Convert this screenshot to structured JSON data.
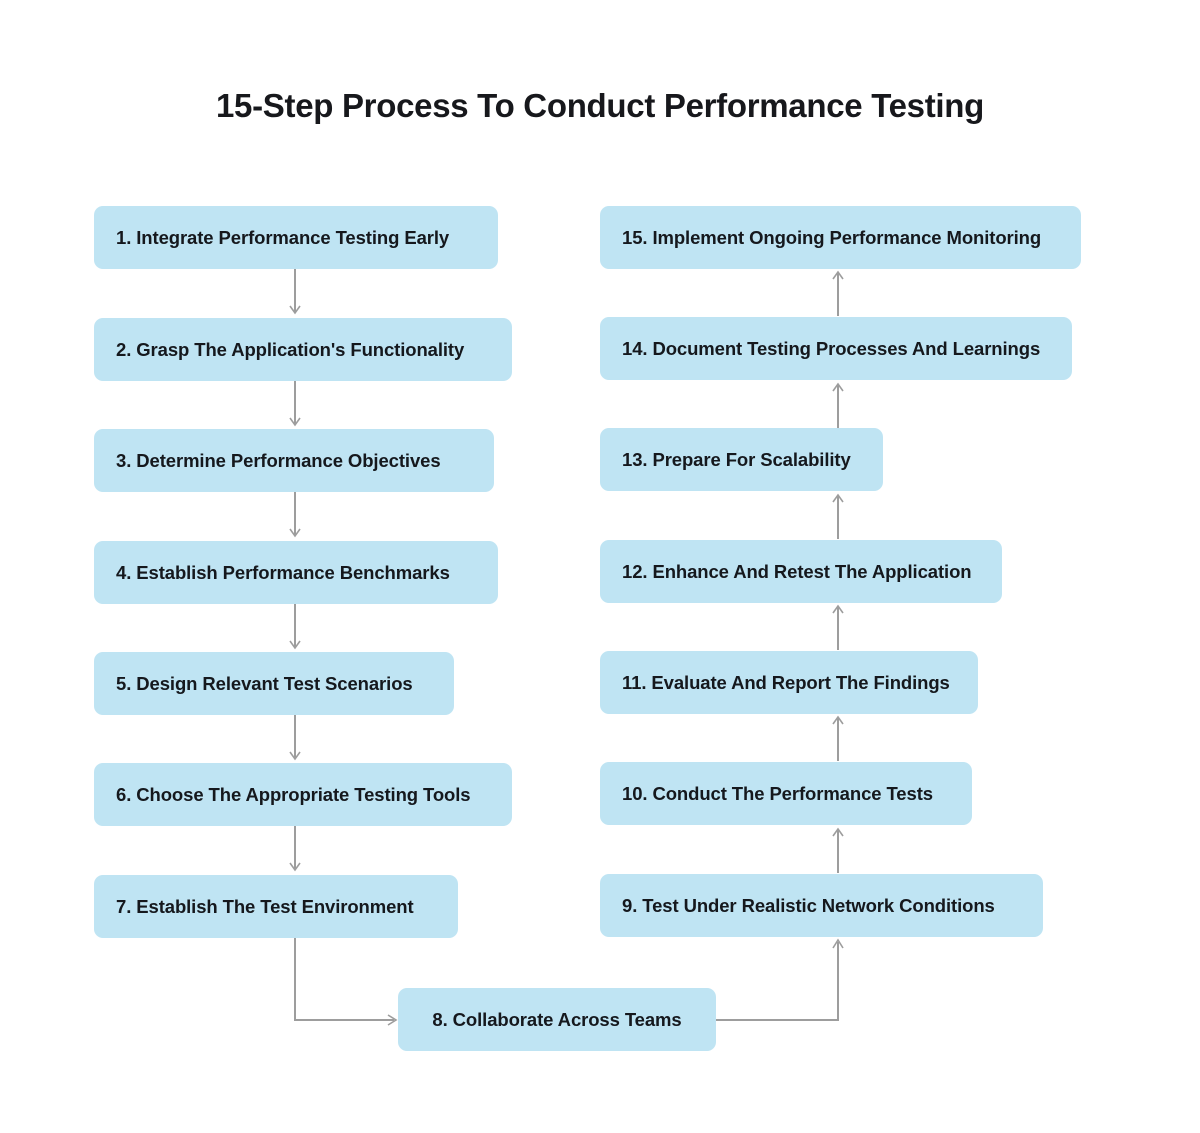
{
  "page": {
    "title": "15-Step Process To Conduct Performance Testing",
    "background_color": "#ffffff",
    "node_fill_color": "#bfe4f3",
    "text_color": "#15181d",
    "connector_color": "#9d9d9d"
  },
  "flowchart": {
    "type": "flowchart",
    "direction": "two-column serpentine: left column top-to-bottom, bottom bridge, right column bottom-to-top",
    "steps": [
      {
        "number": "1.",
        "label": "Integrate Performance Testing Early",
        "text": "1. Integrate Performance Testing Early",
        "column": "left"
      },
      {
        "number": "2.",
        "label": "Grasp The Application's Functionality",
        "text": "2. Grasp The Application's Functionality",
        "column": "left"
      },
      {
        "number": "3.",
        "label": "Determine Performance Objectives",
        "text": "3.  Determine Performance Objectives",
        "column": "left"
      },
      {
        "number": "4.",
        "label": "Establish Performance Benchmarks",
        "text": "4.  Establish Performance Benchmarks",
        "column": "left"
      },
      {
        "number": "5.",
        "label": "Design Relevant Test Scenarios",
        "text": "5. Design Relevant Test Scenarios",
        "column": "left"
      },
      {
        "number": "6.",
        "label": "Choose The Appropriate Testing Tools",
        "text": "6. Choose The Appropriate Testing Tools",
        "column": "left"
      },
      {
        "number": "7.",
        "label": "Establish The Test Environment",
        "text": "7. Establish The Test Environment",
        "column": "left"
      },
      {
        "number": "8.",
        "label": "Collaborate Across Teams",
        "text": "8. Collaborate Across Teams",
        "column": "center"
      },
      {
        "number": "9.",
        "label": "Test Under Realistic Network Conditions",
        "text": "9. Test Under Realistic Network Conditions",
        "column": "right"
      },
      {
        "number": "10.",
        "label": "Conduct The Performance Tests",
        "text": "10. Conduct The Performance Tests",
        "column": "right"
      },
      {
        "number": "11.",
        "label": "Evaluate And Report The Findings",
        "text": "11. Evaluate And Report The Findings",
        "column": "right"
      },
      {
        "number": "12.",
        "label": "Enhance And Retest The Application",
        "text": "12. Enhance And Retest The Application",
        "column": "right"
      },
      {
        "number": "13.",
        "label": "Prepare For Scalability",
        "text": "13. Prepare For Scalability",
        "column": "right"
      },
      {
        "number": "14.",
        "label": "Document Testing Processes And Learnings",
        "text": "14.  Document Testing Processes And Learnings",
        "column": "right"
      },
      {
        "number": "15.",
        "label": "Implement Ongoing Performance Monitoring",
        "text": "15.  Implement Ongoing Performance Monitoring",
        "column": "right"
      }
    ],
    "connections": [
      {
        "from": "1",
        "to": "2",
        "shape": "vertical-down"
      },
      {
        "from": "2",
        "to": "3",
        "shape": "vertical-down"
      },
      {
        "from": "3",
        "to": "4",
        "shape": "vertical-down"
      },
      {
        "from": "4",
        "to": "5",
        "shape": "vertical-down"
      },
      {
        "from": "5",
        "to": "6",
        "shape": "vertical-down"
      },
      {
        "from": "6",
        "to": "7",
        "shape": "vertical-down"
      },
      {
        "from": "7",
        "to": "8",
        "shape": "elbow-down-right"
      },
      {
        "from": "8",
        "to": "9",
        "shape": "elbow-right-up"
      },
      {
        "from": "9",
        "to": "10",
        "shape": "vertical-up"
      },
      {
        "from": "10",
        "to": "11",
        "shape": "vertical-up"
      },
      {
        "from": "11",
        "to": "12",
        "shape": "vertical-up"
      },
      {
        "from": "12",
        "to": "13",
        "shape": "vertical-up"
      },
      {
        "from": "13",
        "to": "14",
        "shape": "vertical-up"
      },
      {
        "from": "14",
        "to": "15",
        "shape": "vertical-up"
      }
    ]
  }
}
